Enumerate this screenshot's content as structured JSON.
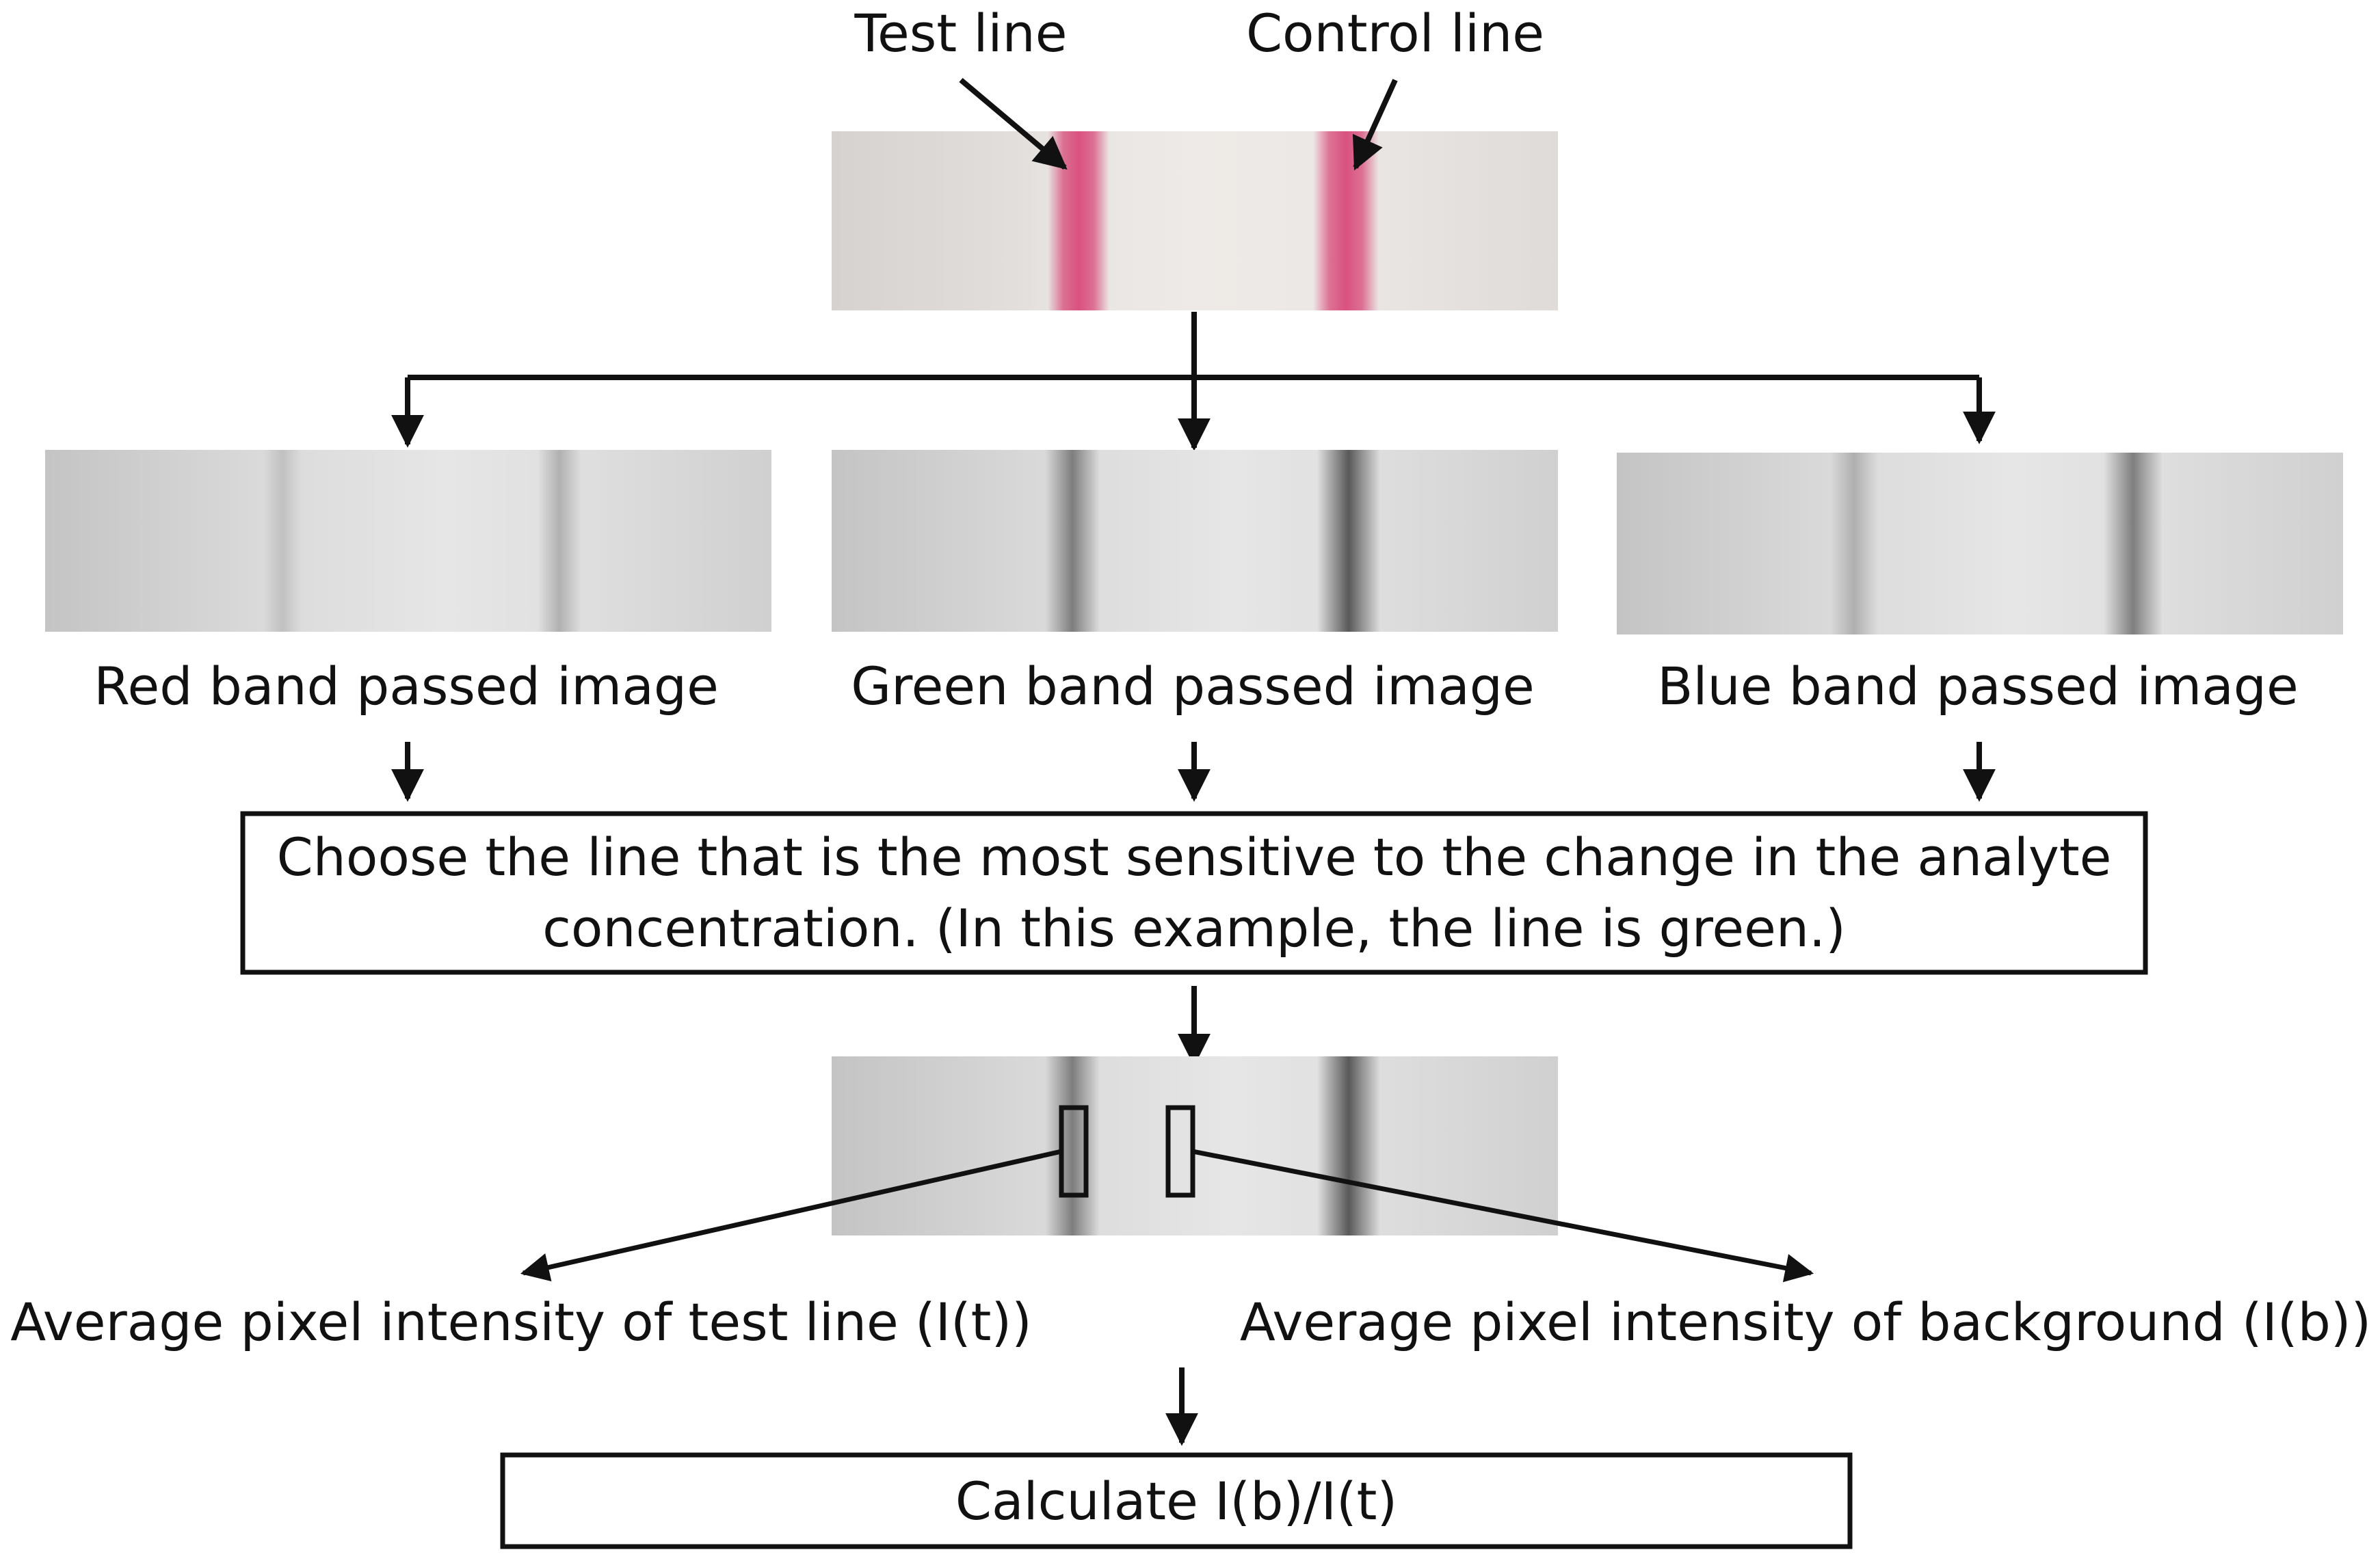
{
  "labels": {
    "test_line": "Test line",
    "control_line": "Control line",
    "red_band": "Red band passed image",
    "green_band": "Green band passed image",
    "blue_band": "Blue band passed image",
    "test_intensity": "Average pixel intensity of test line (I(t))",
    "background_intensity": "Average pixel intensity of background (I(b))"
  },
  "steps": {
    "choose_line": "Choose the line that is the most sensitive to the change in the analyte concentration. (In this example, the line is green.)",
    "calculate": "Calculate I(b)/I(t)"
  },
  "colors": {
    "strip_background": "#e8e5e3",
    "line_pink": "#d84a7a",
    "gray_line_dark": "#5a5a5a",
    "gray_line_light": "#9a9a9a",
    "ink": "#111111"
  }
}
